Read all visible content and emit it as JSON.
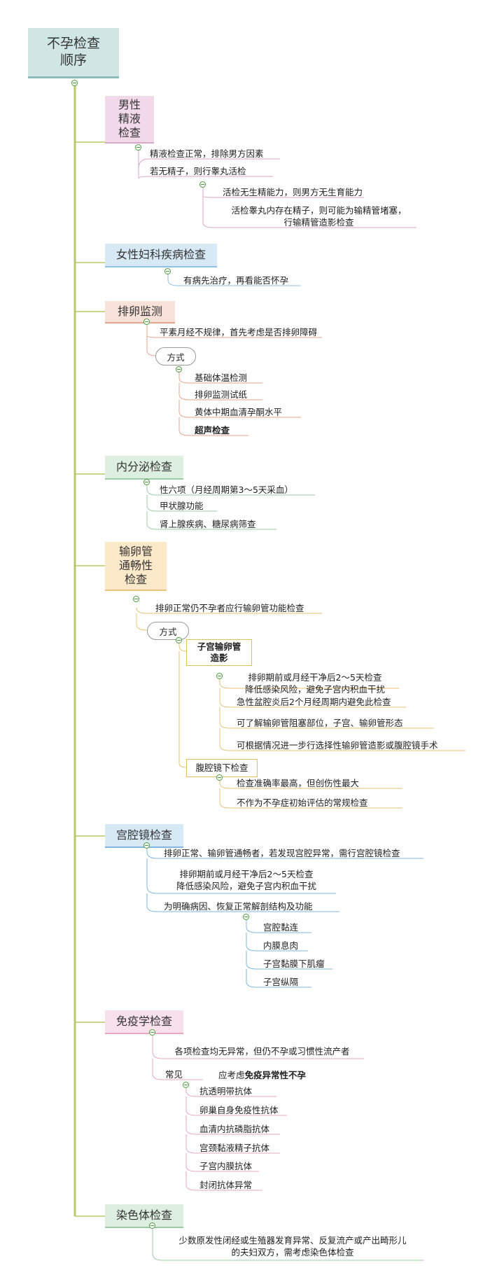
{
  "root": {
    "title": "不孕检查\n顺序"
  },
  "colors": {
    "spine": "#b6c96a",
    "male": "#e8c9e0",
    "gyn": "#cde3f2",
    "ovu": "#f5d9cf",
    "endo": "#d6ead9",
    "tube": "#fbe6c4",
    "hys": "#cde3f2",
    "imm": "#f7dde8",
    "chr": "#d6ead9"
  },
  "male": {
    "title": "男性\n精液\n检查",
    "items": [
      "精液检查正常，排除男方因素",
      "若无精子，则行睾丸活检"
    ],
    "sub": [
      "活检无生精能力，则男方无生育能力",
      "活检睾丸内存在精子，则可能为输精管堵塞，\n行输精管造影检查"
    ]
  },
  "gyn": {
    "title": "女性妇科疾病检查",
    "items": [
      "有病先治疗，再看能否怀孕"
    ]
  },
  "ovu": {
    "title": "排卵监测",
    "items": [
      "平素月经不规律，首先考虑是否排卵障碍"
    ],
    "method": "方式",
    "methods": [
      "基础体温检测",
      "排卵监测试纸",
      "黄体中期血清孕酮水平",
      "超声检查"
    ]
  },
  "endo": {
    "title": "内分泌检查",
    "items": [
      "性六项（月经周期第3～5天采血）",
      "甲状腺功能",
      "肾上腺疾病、糖尿病筛查"
    ]
  },
  "tube": {
    "title": "输卵管\n通畅性\n检查",
    "items": [
      "排卵正常仍不孕者应行输卵管功能检查"
    ],
    "method": "方式",
    "hsg": "子宫输卵管\n造影",
    "hsg_items": [
      "排卵期前或月经干净后2～5天检查\n降低感染风险，避免子宫内积血干扰",
      "急性盆腔炎后2个月经周期内避免此检查",
      "可了解输卵管阻塞部位，子宫、输卵管形态",
      "可根据情况进一步行选择性输卵管造影或腹腔镜手术"
    ],
    "lap": "腹腔镜下检查",
    "lap_items": [
      "检查准确率最高，但创伤性最大",
      "不作为不孕症初始评估的常规检查"
    ]
  },
  "hys": {
    "title": "宫腔镜检查",
    "items": [
      "排卵正常、输卵管通畅者，若发现宫腔异常，需行宫腔镜检查",
      "排卵期前或月经干净后2～5天检查\n降低感染风险，避免子宫内积血干扰",
      "为明确病因、恢复正常解剖结构及功能"
    ],
    "sub": [
      "宫腔黏连",
      "内膜息肉",
      "子宫黏膜下肌瘤",
      "子宫纵隔"
    ]
  },
  "imm": {
    "title": "免疫学检查",
    "item_line1": "各项检查均无异常，但仍不孕或习惯性流产者",
    "item_line2a": "应考虑",
    "item_line2b": "免疫异常性不孕",
    "common": "常见",
    "sub": [
      "抗透明带抗体",
      "卵巢自身免疫性抗体",
      "血清内抗磷脂抗体",
      "宫颈黏液精子抗体",
      "子宫内膜抗体",
      "封闭抗体异常"
    ]
  },
  "chr": {
    "title": "染色体检查",
    "items": [
      "少数原发性闭经或生殖器发育异常、反复流产或产出畸形儿\n的夫妇双方，需考虑染色体检查"
    ]
  }
}
